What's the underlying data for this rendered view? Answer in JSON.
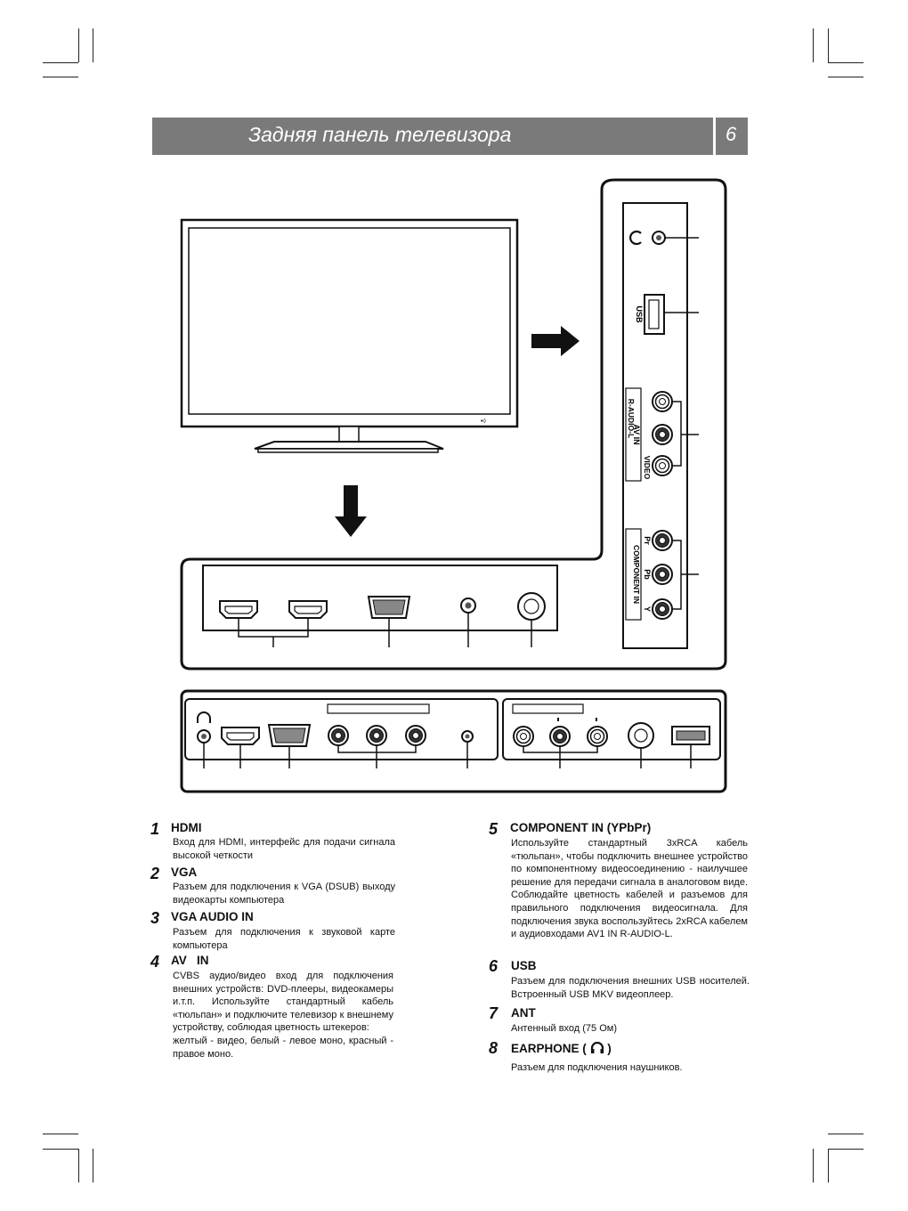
{
  "header": {
    "title": "Задняя панель телевизора",
    "page_number": "6"
  },
  "diagram": {
    "side_panel_labels": {
      "usb": "USB",
      "av_in": "AV IN",
      "r_audio_l": "R-AUDIO-L",
      "video": "VIDEO",
      "component_in": "COMPONENT IN",
      "pr": "Pr",
      "pb": "Pb",
      "y": "Y"
    }
  },
  "items": [
    {
      "num": "1",
      "title": "HDMI",
      "desc": [
        "Вход для HDMI, интерфейс для подачи сигнала высокой четкости"
      ]
    },
    {
      "num": "2",
      "title": "VGA",
      "desc": [
        "Разъем для подключения к VGA (DSUB) выходу видеокарты компьютера"
      ]
    },
    {
      "num": "3",
      "title": "VGA AUDIO IN",
      "desc": [
        "Разъем для подключения к звуковой карте компьютера"
      ]
    },
    {
      "num": "4",
      "title": "AV   IN",
      "desc": [
        "CVBS аудио/видео вход для подключения внешних устройств: DVD-плееры, видеокамеры и.т.п. Используйте стандартный кабель «тюльпан» и подключите телевизор к внешнему устройству, соблюдая цветность штекеров:",
        "желтый - видео, белый - левое моно, красный - правое моно."
      ]
    },
    {
      "num": "5",
      "title": "COMPONENT IN (YPbPr)",
      "desc": [
        "Используйте стандартный 3xRCA кабель «тюльпан», чтобы подключить внешнее устройство по компонентному видеосоединению - наилучшее решение для передачи сигнала в аналоговом виде. Соблюдайте цветность кабелей и разъемов для правильного подключения видеосигнала. Для подключения звука воспользуйтесь 2xRCA кабелем и аудиовходами AV1 IN R-AUDIO-L."
      ]
    },
    {
      "num": "6",
      "title": "USB",
      "desc": [
        "Разъем для подключения внешних USB носителей. Встроенный USB MKV видеоплеер."
      ]
    },
    {
      "num": "7",
      "title": "ANT",
      "desc": [
        "Антенный вход (75 Ом)"
      ]
    },
    {
      "num": "8",
      "title": "EARPHONE (",
      "title_suffix": ")",
      "desc": [
        "Разъем для подключения наушников."
      ]
    }
  ]
}
